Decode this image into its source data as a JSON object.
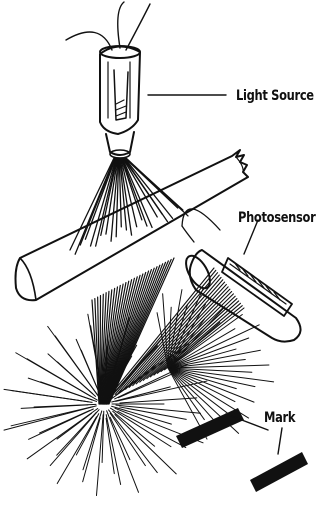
{
  "labels": {
    "light_source": "Light Source",
    "photosensor": "Photosensor",
    "mark": "Mark"
  }
}
